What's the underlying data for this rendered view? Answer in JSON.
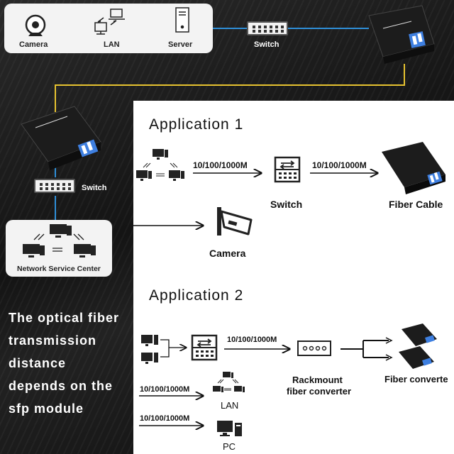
{
  "top_card": {
    "camera_label": "Camera",
    "lan_label": "LAN",
    "server_label": "Server"
  },
  "top_switch_label": "Switch",
  "left_switch_label": "Switch",
  "network_center_label": "Network Service Center",
  "caption_lines": [
    "The optical fiber",
    "transmission",
    "distance",
    "depends on the",
    "sfp module"
  ],
  "app1": {
    "title": "Application 1",
    "speed_1": "10/100/1000M",
    "speed_2": "10/100/1000M",
    "switch_label": "Switch",
    "fiber_label": "Fiber Cable",
    "camera_label": "Camera"
  },
  "app2": {
    "title": "Application 2",
    "speed_1": "10/100/1000M",
    "rack_label_1": "Rackmount",
    "rack_label_2": "fiber converter",
    "fiber_conv_label": "Fiber converte",
    "speed_lan": "10/100/1000M",
    "lan_label": "LAN",
    "speed_pc": "10/100/1000M",
    "pc_label": "PC"
  },
  "colors": {
    "fiber_line": "#e6c230",
    "ethernet_line": "#2f8fd8",
    "panel_bg": "#ffffff",
    "card_bg": "#f3f3f3"
  }
}
